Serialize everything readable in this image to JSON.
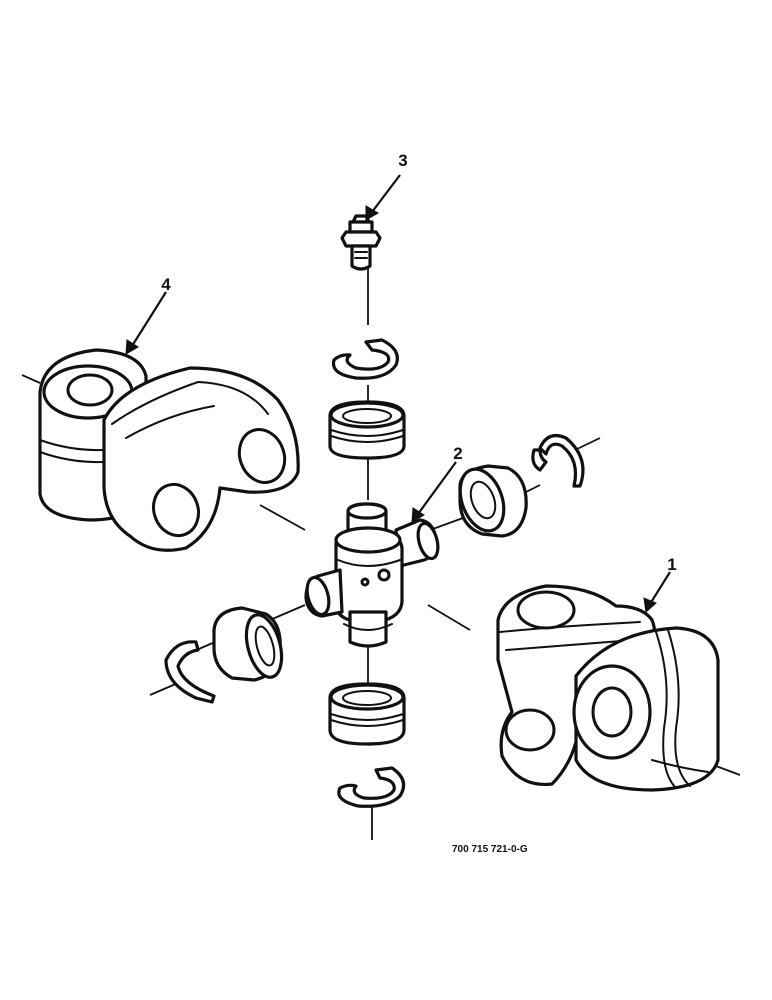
{
  "diagram": {
    "callouts": [
      {
        "number": "1",
        "part": "yoke-right"
      },
      {
        "number": "2",
        "part": "cross-spider"
      },
      {
        "number": "3",
        "part": "grease-fitting"
      },
      {
        "number": "4",
        "part": "yoke-left"
      }
    ],
    "reference_code": "700 715 721-0-G",
    "line_color": "#111111",
    "background_color": "#ffffff"
  }
}
